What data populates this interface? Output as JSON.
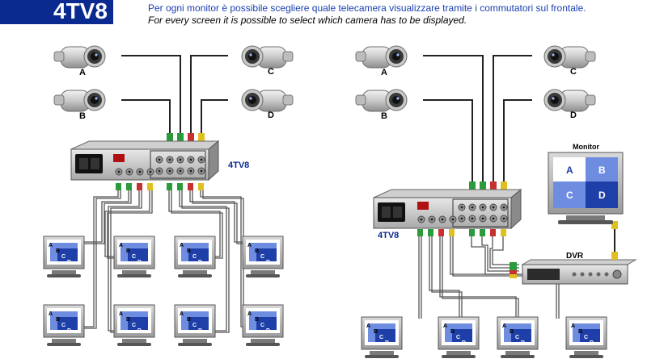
{
  "header": {
    "title": "4TV8",
    "desc_it": "Per ogni monitor è possibile scegliere quale telecamera visualizzare tramite i commutatori sul frontale.",
    "desc_en": "For every screen it is possible to select which camera has to be displayed."
  },
  "cameras": {
    "labels": [
      "A",
      "B",
      "C",
      "D"
    ]
  },
  "devices": {
    "switcher_label": "4TV8",
    "monitor_label": "Monitor",
    "dvr_label": "DVR"
  },
  "quad": [
    "A",
    "B",
    "C",
    "D"
  ],
  "colors": {
    "title_bg": "#0a2a8f",
    "cable": "#222222",
    "quad_white": "#ffffff",
    "quad_blue": "#1f3fa8",
    "quad_light": "#6f8de0"
  }
}
